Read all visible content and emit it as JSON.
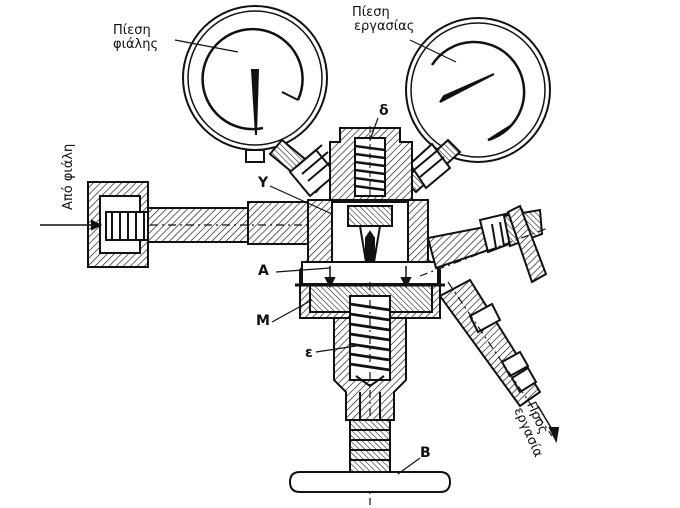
{
  "labels": {
    "cylinder_pressure": [
      "Πίεση",
      "φιάλης"
    ],
    "working_pressure": [
      "Πίεση",
      "εργασίας"
    ],
    "from_cylinder": "Από φιάλη",
    "to_work": [
      "Προς",
      "εργασία"
    ],
    "delta": "δ",
    "gamma": "Υ",
    "A": "Α",
    "M": "Μ",
    "epsilon": "ε",
    "B": "Β"
  },
  "colors": {
    "ink": "#111111",
    "paper": "#ffffff"
  }
}
